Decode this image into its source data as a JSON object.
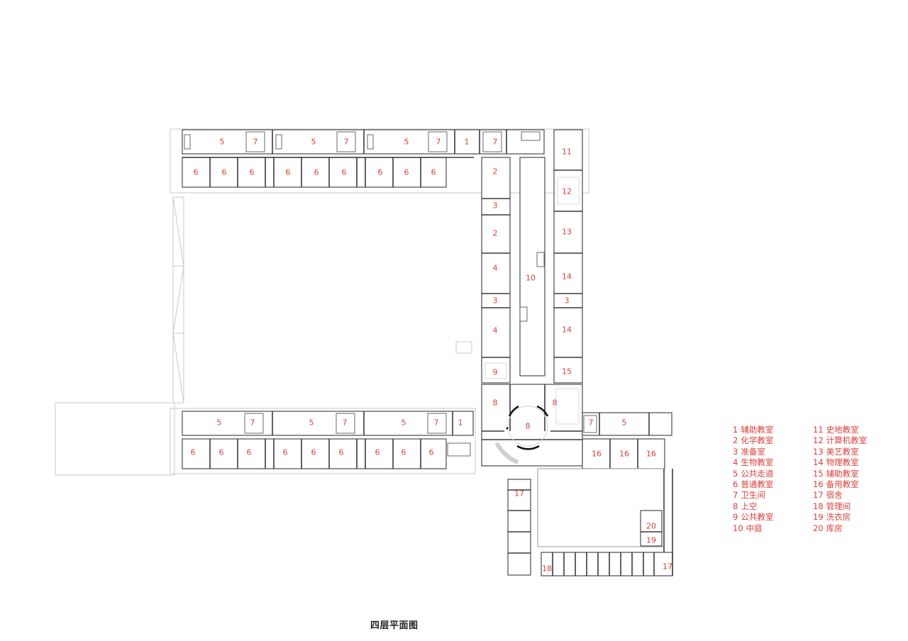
{
  "drawing": {
    "title": "四层平面图",
    "label_color": "#d9403a",
    "wall_color": "#3a3a3a"
  },
  "legend": {
    "column1": [
      {
        "num": "1",
        "name": "辅助教室"
      },
      {
        "num": "2",
        "name": "化学教室"
      },
      {
        "num": "3",
        "name": "准备室"
      },
      {
        "num": "4",
        "name": "生物教室"
      },
      {
        "num": "5",
        "name": "公共走道"
      },
      {
        "num": "6",
        "name": "普通教室"
      },
      {
        "num": "7",
        "name": "卫生间"
      },
      {
        "num": "8",
        "name": "上空"
      },
      {
        "num": "9",
        "name": "公共教室"
      },
      {
        "num": "10",
        "name": "中庭"
      }
    ],
    "column2": [
      {
        "num": "11",
        "name": "史地教室"
      },
      {
        "num": "12",
        "name": "计算机教室"
      },
      {
        "num": "13",
        "name": "美艺教室"
      },
      {
        "num": "14",
        "name": "物理教室"
      },
      {
        "num": "15",
        "name": "辅助教室"
      },
      {
        "num": "16",
        "name": "备用教室"
      },
      {
        "num": "17",
        "name": "宿舍"
      },
      {
        "num": "18",
        "name": "管理间"
      },
      {
        "num": "19",
        "name": "洗衣房"
      },
      {
        "num": "20",
        "name": "库房"
      }
    ]
  },
  "rooms": {
    "north_wing": {
      "corridor_labels": [
        "5",
        "7",
        "5",
        "7",
        "5",
        "7",
        "1",
        "7"
      ],
      "classroom_labels": [
        "6",
        "6",
        "6",
        "6",
        "6",
        "6",
        "6",
        "6",
        "6"
      ]
    },
    "south_wing": {
      "corridor_labels": [
        "5",
        "7",
        "5",
        "7",
        "5",
        "7",
        "1"
      ],
      "classroom_labels": [
        "6",
        "6",
        "6",
        "6",
        "6",
        "6",
        "6",
        "6",
        "6"
      ]
    },
    "central_west": [
      "2",
      "3",
      "2",
      "4",
      "3",
      "4",
      "9"
    ],
    "atrium": "10",
    "central_east": [
      "11",
      "12",
      "13",
      "14",
      "3",
      "14",
      "15"
    ],
    "hub": [
      "8",
      "8",
      "8"
    ],
    "east_wing": [
      "7",
      "5",
      "16",
      "16",
      "16"
    ],
    "dorm": [
      "17",
      "20",
      "19",
      "18",
      "17"
    ]
  }
}
